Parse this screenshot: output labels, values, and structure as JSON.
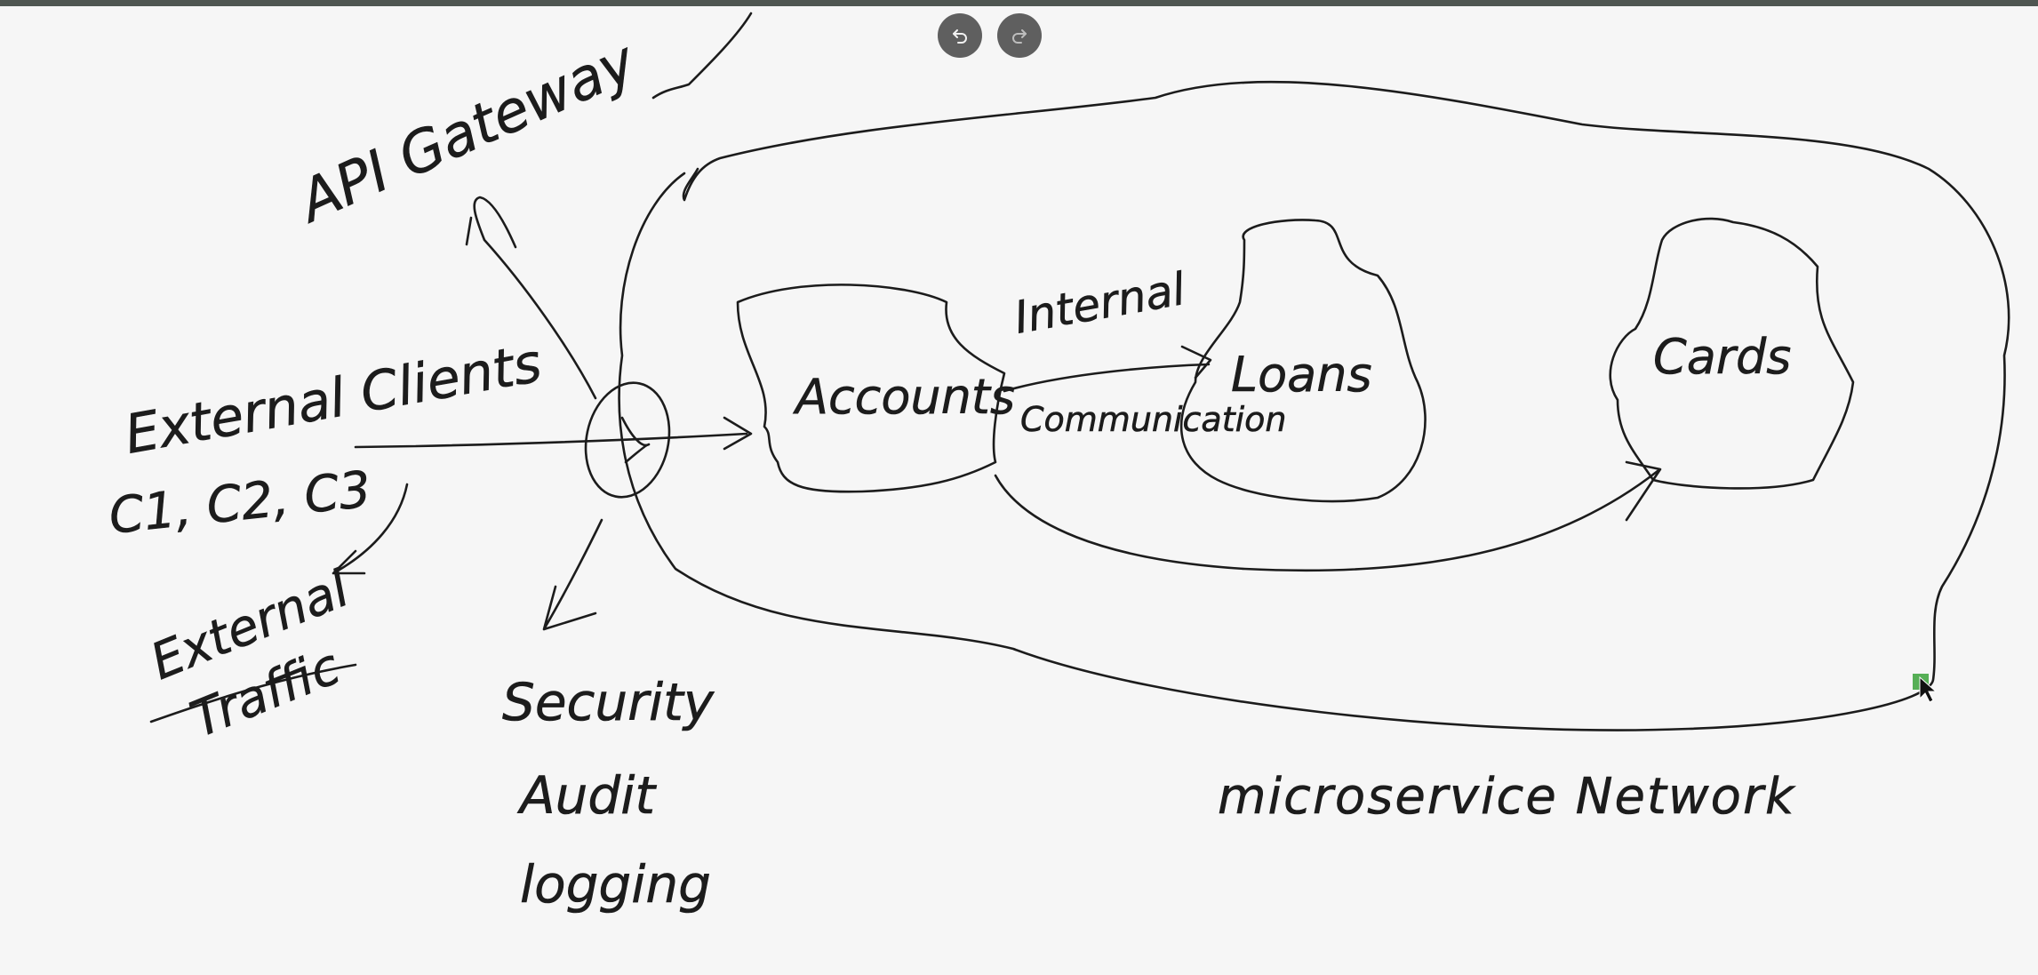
{
  "toolbar": {
    "undo_icon": "undo-icon",
    "redo_icon": "redo-icon"
  },
  "colors": {
    "ink": "#1c1c1c",
    "background": "#f6f6f6",
    "toolbar_button": "#5f5f5f",
    "top_bar": "#4f5651",
    "cursor": "#2e9d2e"
  },
  "labels": {
    "api_gateway": "API Gateway",
    "external_clients": "External Clients",
    "clients_list": "C1, C2, C3",
    "external_traffic_line1": "External",
    "external_traffic_line2": "Traffic",
    "security_line1": "Security",
    "security_line2": "Audit",
    "security_line3": "logging",
    "internal": "Internal",
    "communication": "Communication",
    "accounts": "Accounts",
    "loans": "Loans",
    "cards": "Cards",
    "network": "microservice Network"
  }
}
